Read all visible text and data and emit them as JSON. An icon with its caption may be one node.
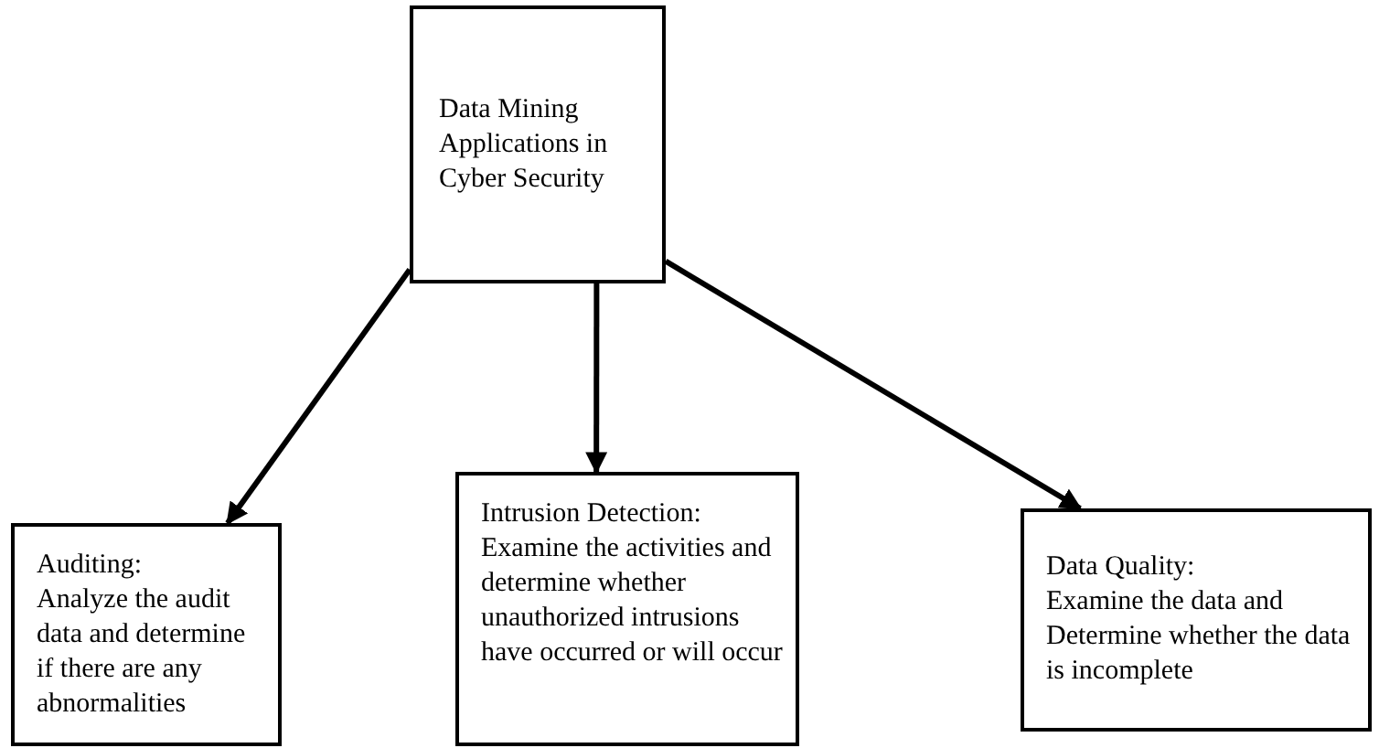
{
  "diagram": {
    "nodes": [
      {
        "text": [
          "Data Mining Applications in Cyber Security"
        ]
      },
      {
        "text": [
          "Auditing:",
          "Analyze the audit data and determine if there are any abnormalities"
        ]
      },
      {
        "text": [
          "Intrusion Detection:",
          "Examine the activities and determine whether unauthorized intrusions have occurred or will occur"
        ]
      },
      {
        "text": [
          "Data Quality:",
          "Examine the data and Determine whether the data is incomplete"
        ]
      }
    ],
    "edges": [
      {
        "from": 0,
        "to": 1,
        "arrow": "to"
      },
      {
        "from": 0,
        "to": 2,
        "arrow": "to"
      },
      {
        "from": 0,
        "to": 3,
        "arrow": "to"
      }
    ]
  }
}
